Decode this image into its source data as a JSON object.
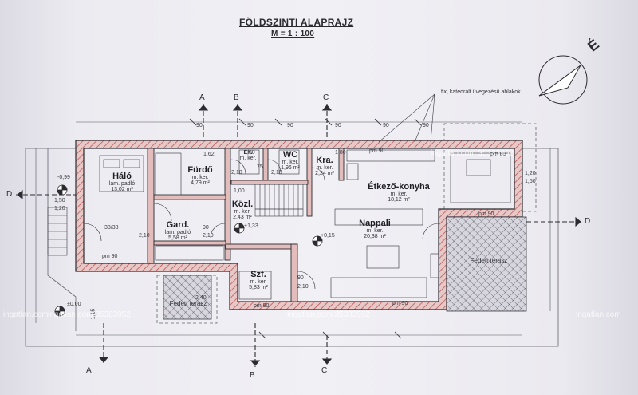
{
  "plan": {
    "title": "FÖLDSZINTI ALAPRAJZ",
    "scale": "M = 1 : 100",
    "north_label": "É",
    "glazing_note": "fix, katedrált üvegezésű ablakok"
  },
  "rooms": [
    {
      "name": "Háló",
      "lines": [
        "lam. padló",
        "13,02 m²"
      ]
    },
    {
      "name": "Fürdő",
      "lines": [
        "m. ker.",
        "4,79 m²"
      ]
    },
    {
      "name": "WC",
      "lines": [
        "m. ker.",
        "1,96 m²"
      ]
    },
    {
      "name": "Kra.",
      "lines": [
        "m. ker.",
        "2,24 m²"
      ]
    },
    {
      "name": "Étkező-konyha",
      "lines": [
        "m. ker.",
        "18,12 m²"
      ]
    },
    {
      "name": "Közl.",
      "lines": [
        "m. ker.",
        "2,43 m²"
      ]
    },
    {
      "name": "Gard.",
      "lines": [
        "lam. padló",
        "5,58 m²"
      ]
    },
    {
      "name": "Nappali",
      "lines": [
        "m. ker.",
        "20,38 m²"
      ]
    },
    {
      "name": "Szf.",
      "lines": [
        "m. ker.",
        "5,83 m²"
      ]
    },
    {
      "name": "Fedett terasz",
      "lines": []
    },
    {
      "name": "Fedett terasz",
      "lines": []
    },
    {
      "name": "Eh.",
      "lines": [
        "m. ker."
      ]
    }
  ],
  "dimension_labels": {
    "window_90": "90",
    "door_90": "90",
    "pm90": "pm 90",
    "pm80": "pm 80",
    "h162": "1,62",
    "h180": "1,80",
    "h210": "2,10",
    "h100": "1,00",
    "h120": "1,20",
    "h150": "1,50",
    "h75": "75",
    "h3838": "38/38",
    "m099": "-0,99",
    "p015": "+0,15",
    "p133": "+1,33",
    "zero": "±0,00",
    "h1315": "1,15",
    "h240": "2,40"
  },
  "section_markers": [
    "A",
    "B",
    "C",
    "D"
  ],
  "watermarks": [
    "ingatlan.com",
    "ingatlan.com 35383952",
    "ingatlan.com 35383952",
    "ingatlan.com 35383952",
    "ingatlan.com"
  ]
}
